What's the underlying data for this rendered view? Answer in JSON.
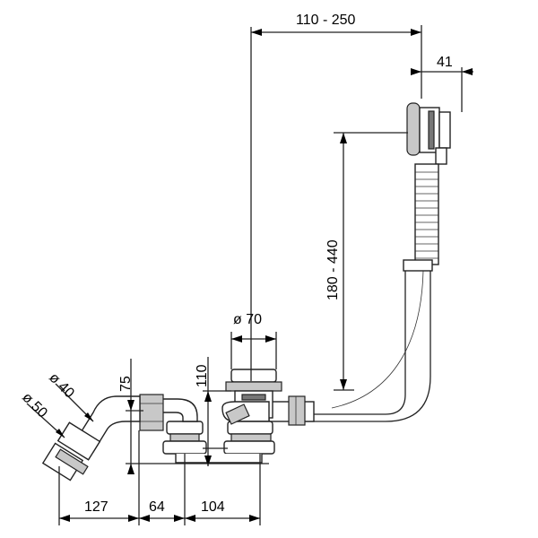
{
  "dimensions": {
    "top_span": "110 - 250",
    "cap_width": "41",
    "vertical_range": "180 - 440",
    "drain_diameter": "ø 70",
    "drain_height": "110",
    "trap_height": "75",
    "pipe_40": "ø 40",
    "pipe_50": "ø 50",
    "bottom_127": "127",
    "bottom_64": "64",
    "bottom_104": "104"
  },
  "colors": {
    "line": "#222222",
    "shade": "#c8c8c8",
    "dark": "#777777",
    "background": "#ffffff"
  }
}
